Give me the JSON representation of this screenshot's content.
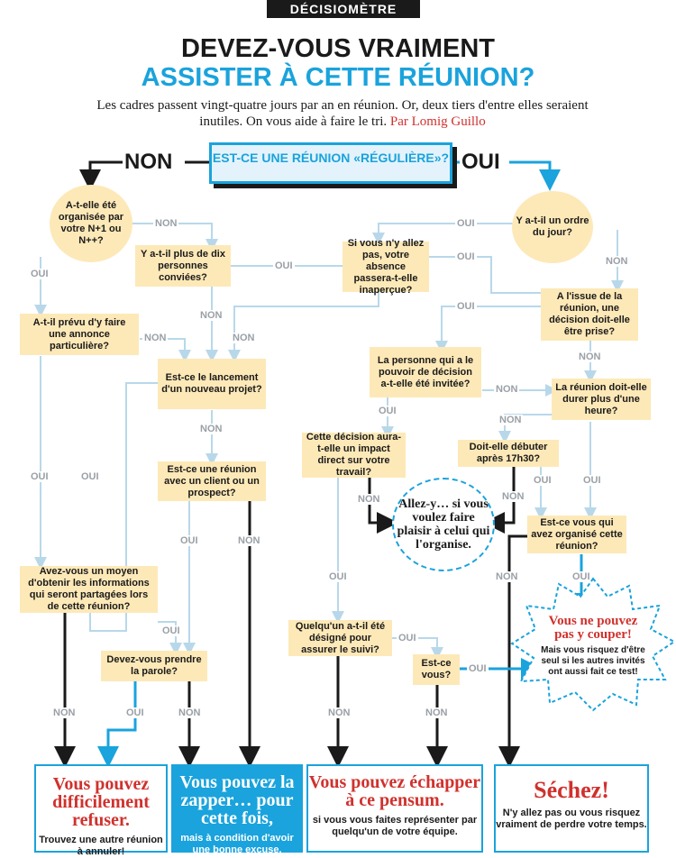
{
  "header": {
    "tag": "DÉCISIOMÈTRE",
    "title_line1": "DEVEZ-VOUS VRAIMENT",
    "title_line2": "ASSISTER À CETTE RÉUNION?",
    "intro": "Les cadres passent vingt-quatre jours par an en réunion. Or, deux tiers d'entre elles seraient inutiles. On vous aide à faire le tri.",
    "byline": "Par Lomig Guillo"
  },
  "start": {
    "question": "EST-CE UNE RÉUNION «RÉGULIÈRE»?",
    "no": "NON",
    "yes": "OUI"
  },
  "labels": {
    "non": "NON",
    "oui": "OUI"
  },
  "questions": {
    "q_n1": "A-t-elle été organisée par votre N+1 ou N++?",
    "q_dix": "Y a-t-il plus de dix personnes conviées?",
    "q_annonce": "A-t-il prévu d'y faire une annonce particulière?",
    "q_lancement": "Est-ce le lancement d'un nouveau projet?",
    "q_client": "Est-ce une réunion avec un client ou un prospect?",
    "q_moyen": "Avez-vous un moyen d'obtenir les informations qui seront partagées lors de cette réunion?",
    "q_parole": "Devez-vous prendre la parole?",
    "q_ordre": "Y a-t-il un ordre du jour?",
    "q_absence": "Si vous n'y allez pas, votre absence passera-t-elle inaperçue?",
    "q_decision": "A l'issue de la réunion, une décision doit-elle être prise?",
    "q_pouvoir": "La personne qui a le pouvoir de décision a-t-elle été invitée?",
    "q_heure": "La réunion doit-elle durer plus d'une heure?",
    "q_impact": "Cette décision aura-t-elle un impact direct sur votre travail?",
    "q_17h": "Doit-elle débuter après 17h30?",
    "q_suivi": "Quelqu'un a-t-il été désigné pour assurer le suivi?",
    "q_cevous": "Est-ce vous?",
    "q_organise": "Est-ce vous qui avez organisé cette réunion?"
  },
  "bubble_allez": "Allez-y… si vous voulez faire plaisir à celui qui l'organise.",
  "star": {
    "title": "Vous ne pouvez pas y couper!",
    "sub": "Mais vous risquez d'être seul si les autres invités ont aussi fait ce test!"
  },
  "results": [
    {
      "title": "Vous pouvez difficilement refuser.",
      "sub": "Trouvez une autre réunion à annuler!"
    },
    {
      "title": "Vous pouvez la zapper… pour cette fois,",
      "sub": "mais à condition d'avoir une bonne excuse."
    },
    {
      "title": "Vous pouvez échapper à ce pensum.",
      "sub": "si vous vous faites représenter par quelqu'un de votre équipe."
    },
    {
      "title": "Séchez!",
      "sub": "N'y allez pas ou vous risquez vraiment de perdre votre temps."
    }
  ],
  "colors": {
    "accent": "#1aa3dc",
    "red": "#d0312d",
    "box": "#fde9b8",
    "text": "#1a1a1a",
    "label": "#9aa0a6"
  }
}
